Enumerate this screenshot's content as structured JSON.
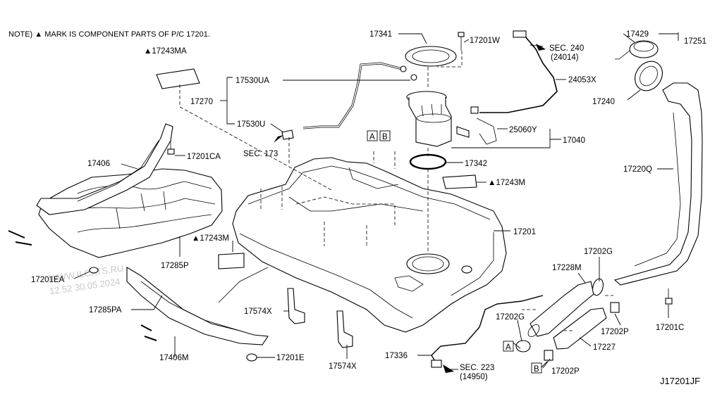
{
  "note": "NOTE) ▲ MARK IS COMPONENT PARTS OF P/C 17201.",
  "diagram_code": "J17201JF",
  "watermark": [
    "WWW.ILCATS.RU",
    "12.52 30.05.2024"
  ],
  "colors": {
    "line": "#000000",
    "background": "#ffffff",
    "watermark": "#c8c8c8",
    "shade": "#d9d9d9"
  },
  "labels": {
    "p17341": "17341",
    "p17201W": "17201W",
    "sec240": "SEC. 240",
    "sec240sub": "(24014)",
    "p17429": "17429",
    "p17251": "17251",
    "p17243MA": "▲17243MA",
    "p17530UA": "17530UA",
    "p24053X": "24053X",
    "p17270": "17270",
    "p17240": "17240",
    "p17530U": "17530U",
    "p25060Y": "25060Y",
    "p17040": "17040",
    "sec173": "SEC. 173",
    "p17201CA": "17201CA",
    "p17406": "17406",
    "p17342": "17342",
    "p17243M_right": "▲17243M",
    "p17220Q": "17220Q",
    "p17201": "17201",
    "p17243M_left": "▲17243M",
    "p17285P": "17285P",
    "p17202G_top": "17202G",
    "p17228M": "17228M",
    "p17201EA": "17201EA",
    "p17285PA": "17285PA",
    "p17574X_left": "17574X",
    "p17202G_bottom": "17202G",
    "p17202P_right": "17202P",
    "p17201C": "17201C",
    "p17227": "17227",
    "p17406M": "17406M",
    "p17201E": "17201E",
    "p17574X_bottom": "17574X",
    "p17336": "17336",
    "sec223": "SEC. 223",
    "sec223sub": "(14950)",
    "p17202P_bottom": "17202P",
    "ref_A": "A",
    "ref_B": "B"
  }
}
